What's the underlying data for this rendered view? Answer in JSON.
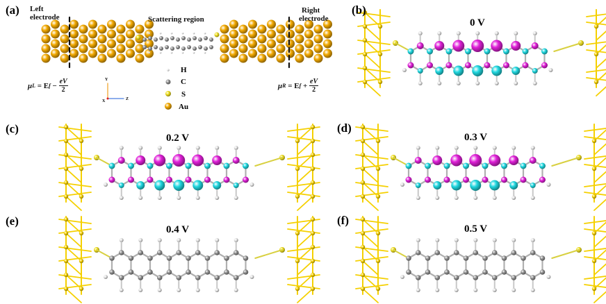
{
  "figure": {
    "panels": [
      {
        "id": "a",
        "label": "(a)"
      },
      {
        "id": "b",
        "label": "(b)",
        "bias": "0 V",
        "orbital": "colored"
      },
      {
        "id": "c",
        "label": "(c)",
        "bias": "0.2 V",
        "orbital": "colored"
      },
      {
        "id": "d",
        "label": "(d)",
        "bias": "0.3 V",
        "orbital": "colored"
      },
      {
        "id": "e",
        "label": "(e)",
        "bias": "0.4 V",
        "orbital": "none"
      },
      {
        "id": "f",
        "label": "(f)",
        "bias": "0.5 V",
        "orbital": "none"
      }
    ],
    "panel_a": {
      "left_electrode": "Left electrode",
      "left_electrode_l1": "Left",
      "left_electrode_l2": "electrode",
      "right_electrode_l1": "Right",
      "right_electrode_l2": "electrode",
      "scattering_region": "Scattering region",
      "mu_left": "μL = Ef − eV/2",
      "mu_left_lhs": "μ",
      "mu_left_sub": "L",
      "mu_left_mid": " = E",
      "mu_left_sub2": "f",
      "mu_left_op": " − ",
      "mu_right_lhs": "μ",
      "mu_right_sub": "R",
      "mu_right_mid": " = E",
      "mu_right_sub2": "f",
      "mu_right_op": " + ",
      "frac_num": "eV",
      "frac_den": "2",
      "axes": {
        "y": "Y",
        "x": "X",
        "z": "Z"
      },
      "legend": [
        {
          "symbol": "H",
          "color": "#e8e8e8"
        },
        {
          "symbol": "C",
          "color": "#8c8c8c"
        },
        {
          "symbol": "S",
          "color": "#e8e830"
        },
        {
          "symbol": "Au",
          "color": "#f0a800"
        }
      ]
    },
    "colors": {
      "gold_atom": "#f2a900",
      "gold_bond": "#f5d000",
      "sulfur": "#f0e020",
      "carbon": "#909090",
      "hydrogen": "#e6e6e6",
      "orbital_positive": "#e020d8",
      "orbital_negative": "#20d8e0"
    }
  }
}
